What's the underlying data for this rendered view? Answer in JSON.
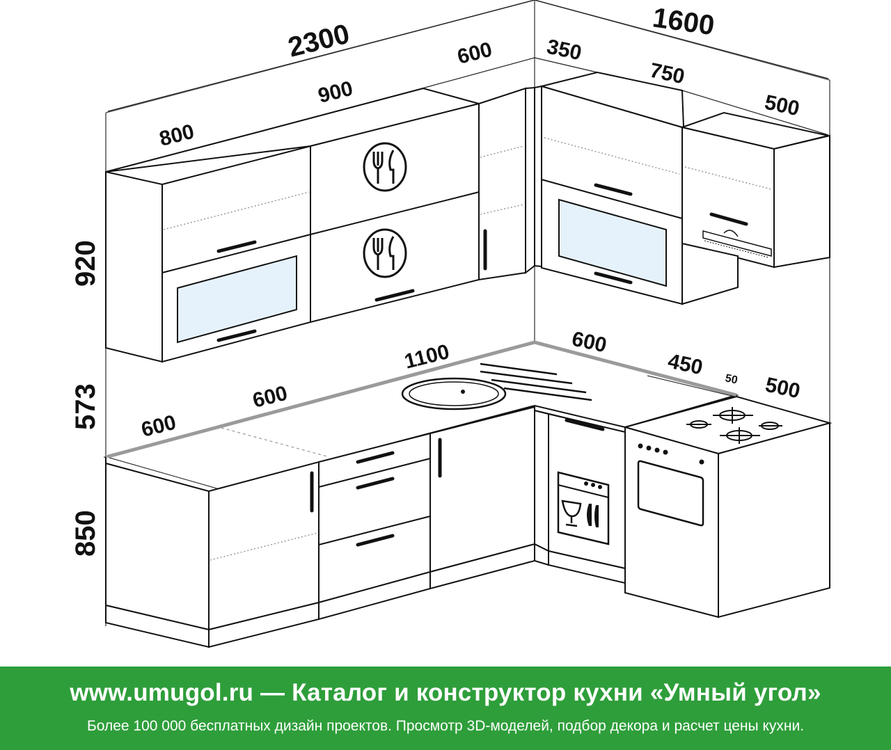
{
  "dimensions": {
    "upper_total_left": "2300",
    "upper_total_right": "1600",
    "upper_800": "800",
    "upper_900": "900",
    "upper_600": "600",
    "upper_350": "350",
    "upper_750": "750",
    "upper_500": "500",
    "height_upper": "920",
    "height_gap": "573",
    "height_base": "850",
    "counter_600a": "600",
    "counter_600b": "600",
    "counter_1100": "1100",
    "counter_600c": "600",
    "counter_450": "450",
    "counter_50": "50",
    "counter_500": "500"
  },
  "banner": {
    "title": "www.umugol.ru — Каталог и конструктор кухни «Умный угол»",
    "subtitle": "Более 100 000 бесплатных дизайн проектов. Просмотр 3D-моделей, подбор декора и расчет цены кухни."
  },
  "colors": {
    "banner_bg": "#2e9e3a",
    "glass": "#e6f2fb",
    "counter_edge": "#9a9a9a"
  },
  "icons": [
    "fork-knife-plate-icon",
    "dishwasher-glass-icon",
    "gas-burner-icon",
    "range-hood-icon"
  ]
}
